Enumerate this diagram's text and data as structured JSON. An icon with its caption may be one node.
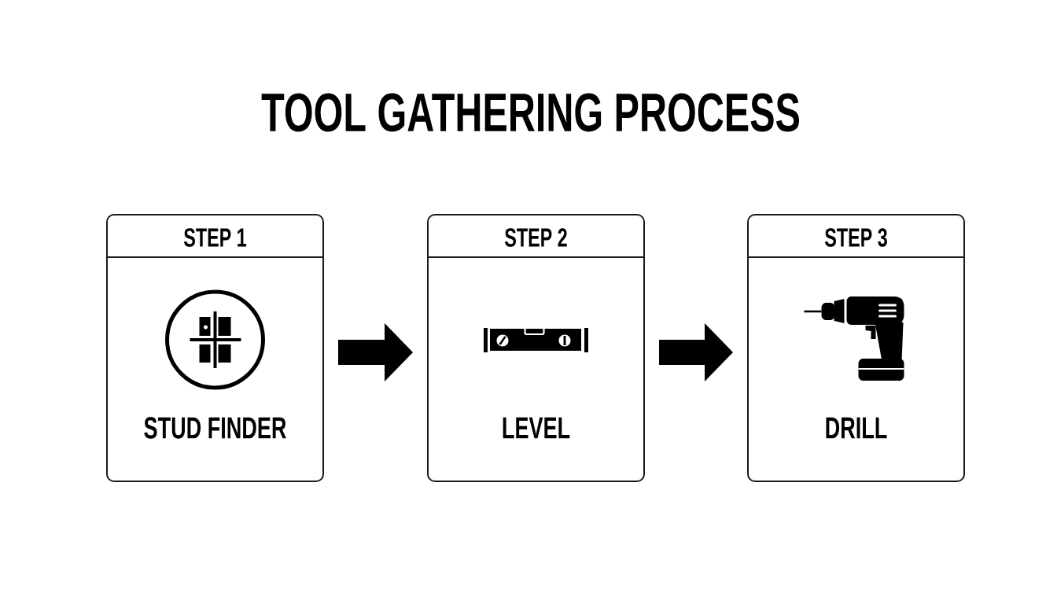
{
  "diagram": {
    "title": "TOOL GATHERING PROCESS",
    "nodes": [
      {
        "text": [
          "STEP 1",
          "STUD FINDER"
        ]
      },
      {
        "text": [
          "STEP 2",
          "LEVEL"
        ]
      },
      {
        "text": [
          "STEP 3",
          "DRILL"
        ]
      }
    ],
    "edges": [
      {
        "from": 0,
        "to": 1,
        "arrow": "to"
      },
      {
        "from": 1,
        "to": 2,
        "arrow": "to"
      }
    ]
  }
}
